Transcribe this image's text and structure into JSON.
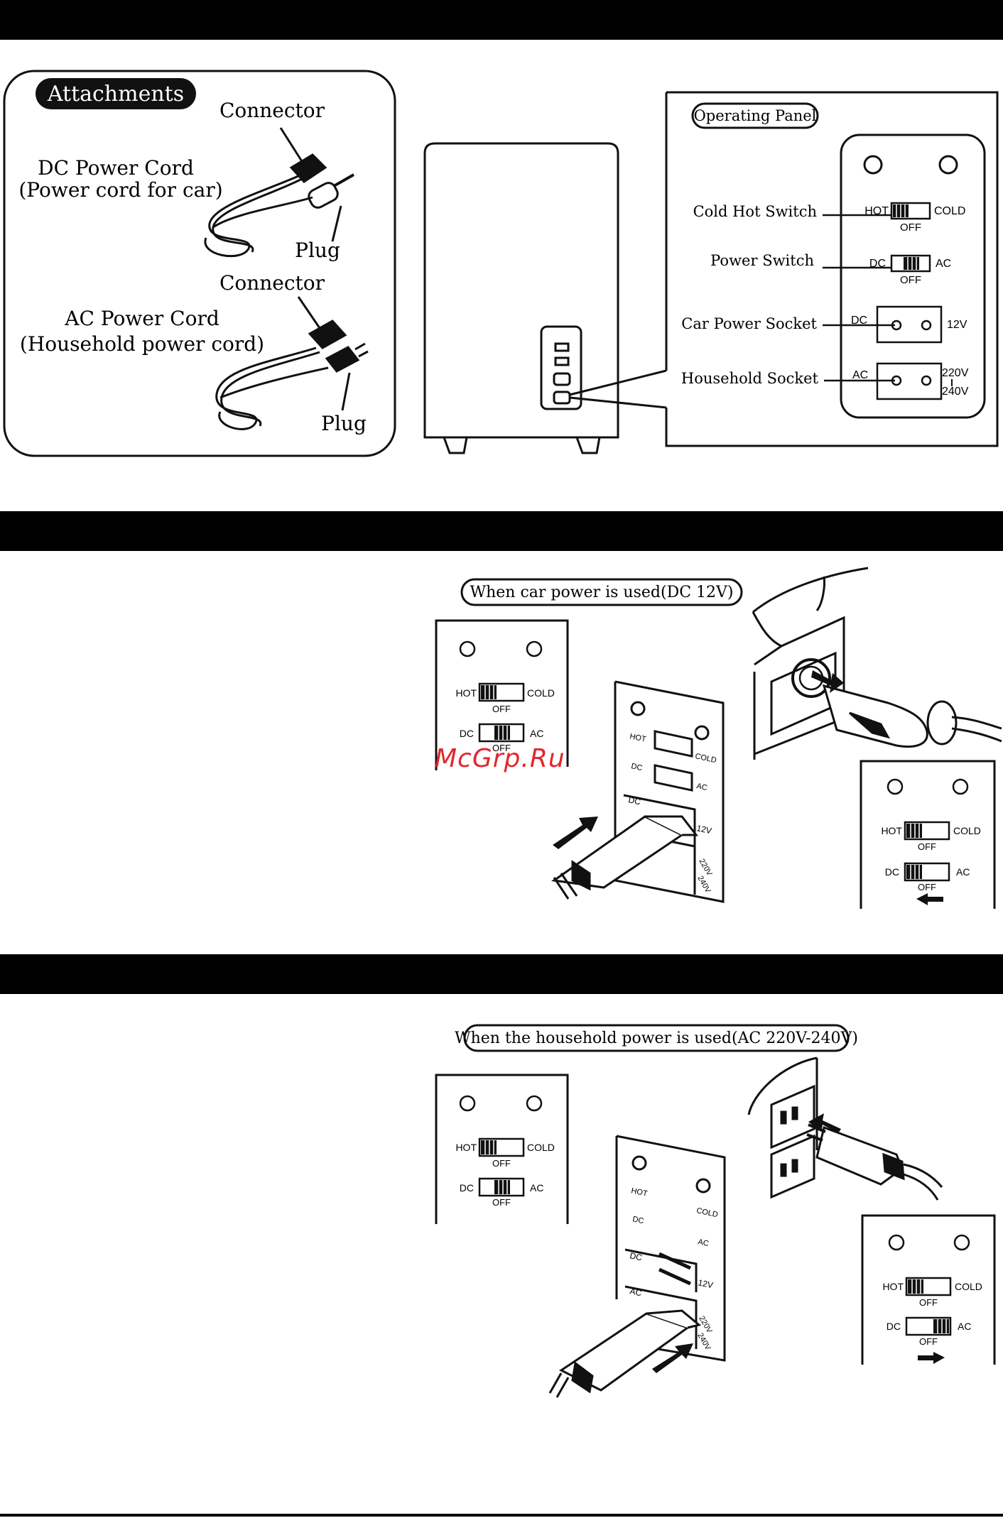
{
  "attachments": {
    "badge": "Attachments",
    "connector_1": "Connector",
    "dc_cord_line1": "DC Power Cord",
    "dc_cord_line2": "(Power cord for car)",
    "plug_1": "Plug",
    "connector_2": "Connector",
    "ac_cord_line1": "AC Power Cord",
    "ac_cord_line2": "(Household power cord)",
    "plug_2": "Plug"
  },
  "operating_panel": {
    "badge": "Operating Panel",
    "cold_hot_switch": "Cold Hot Switch",
    "power_switch": "Power Switch",
    "car_power_socket": "Car Power Socket",
    "household_socket": "Household Socket",
    "hot": "HOT",
    "cold": "COLD",
    "off": "OFF",
    "dc": "DC",
    "ac": "AC",
    "v12": "12V",
    "v220": "220V",
    "v240": "240V"
  },
  "car_section": {
    "caption": "When car power is used(DC 12V)"
  },
  "household_section": {
    "caption": "When the household power is used(AC 220V-240V)"
  },
  "watermark": "McGrp.Ru",
  "colors": {
    "band": "#000000",
    "watermark": "#e3262c"
  }
}
